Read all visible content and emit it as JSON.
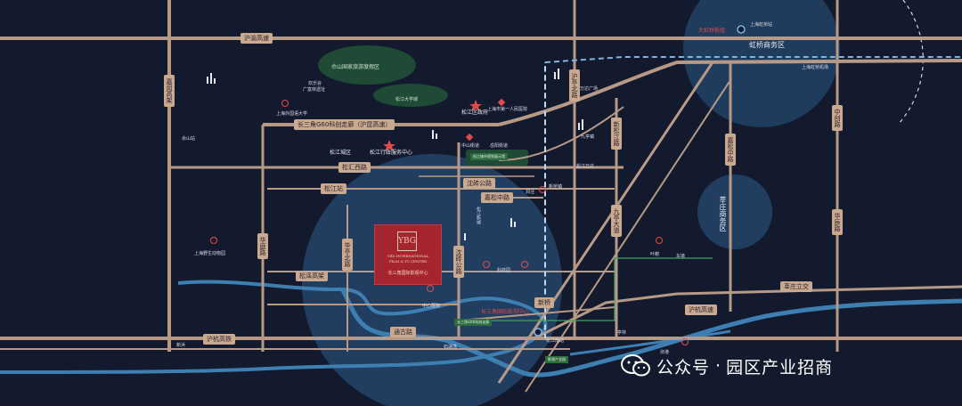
{
  "roads": {
    "huyu": "沪渝高速",
    "jiajin": "嘉闵高架",
    "songze": "松泽高架",
    "g60": "长三角G60科创走廊（沪昆高速）",
    "songhui": "松汇西路",
    "tonggu": "通古路",
    "huating": "华庭路",
    "huating_north": "华亭北路",
    "yuanxin": "沈砖公路",
    "huting": "沪亭北路",
    "huhang": "沪杭高速",
    "huhang_south": "沪杭高铁",
    "jiasong": "嘉松中路",
    "xinsong": "新松江路",
    "songjiang_station": "松江站",
    "jiuting": "九亭大道",
    "xinqiao": "新桥",
    "zhongchuang": "中创路",
    "huachen": "华辰路",
    "shenzhuang": "莘庄立交"
  },
  "zones": {
    "hongqiao": "虹桥商务区",
    "hongqiao_hub": "大虹桥枢纽",
    "xinzhuang": "莘庄商务区",
    "sheshan": "佘山国家旅游度假区",
    "songjiang_uni": "松江大学城",
    "songjiang_city": "松江城区",
    "songjiang_gov": "松江区政府",
    "songjiang_center": "松江行政服务中心",
    "ybg": "长三角国际影视中心",
    "songjiang_new": "松江新城"
  },
  "hq": {
    "mono": "YBG",
    "en_line1": "YRD INTERNATIONAL",
    "en_line2": "FILM & TV CENTER",
    "cn": "长三角国际影视中心"
  },
  "pois": {
    "hospital1": "上海市第一人民医院",
    "metro_songjiang": "上海虹桥站",
    "railway_hongqiao": "上海虹桥站",
    "wanda": "万达广场",
    "songjiang_wanda": "松江万达",
    "zoo": "上海野生动物园",
    "guangfulin": "广富林遗址",
    "happy_valley": "欢乐谷",
    "zhongshan": "中山街道",
    "yueyang": "岳阳街道",
    "university": "上海外国语大学",
    "sheshan_station": "佘山站",
    "chedun": "车墩",
    "yexie": "叶榭",
    "xinbang": "新浜",
    "songjiang_south": "松江南站",
    "zhongxin": "中心医院",
    "shihu": "石湖荡",
    "dongjing": "洞泾",
    "xinqiao_poi": "新桥镇",
    "jiuting_poi": "九亭镇",
    "hongqiao_poi": "上海虹桥机场",
    "maogang": "泖港",
    "tinglin": "亭林",
    "tech_park": "科技园"
  },
  "green_tags": {
    "g1": "长三角G60科创走廊",
    "g2": "松江城市规划展示馆",
    "g3": "影视产业园"
  },
  "watermark": {
    "account": "公众号",
    "separator": "·",
    "name": "园区产业招商"
  },
  "colors": {
    "background": "#141a2e",
    "road": "#b69987",
    "circle": "#2b5d8c",
    "river": "#3e7fb2",
    "park": "#1f4a35",
    "hq": "#a4252f",
    "metro": "#7db3e0",
    "poi_icon": "#e24a4a"
  },
  "icons": [
    "hospital-icon",
    "star-icon",
    "metro-icon",
    "wechat-icon",
    "park-icon"
  ]
}
